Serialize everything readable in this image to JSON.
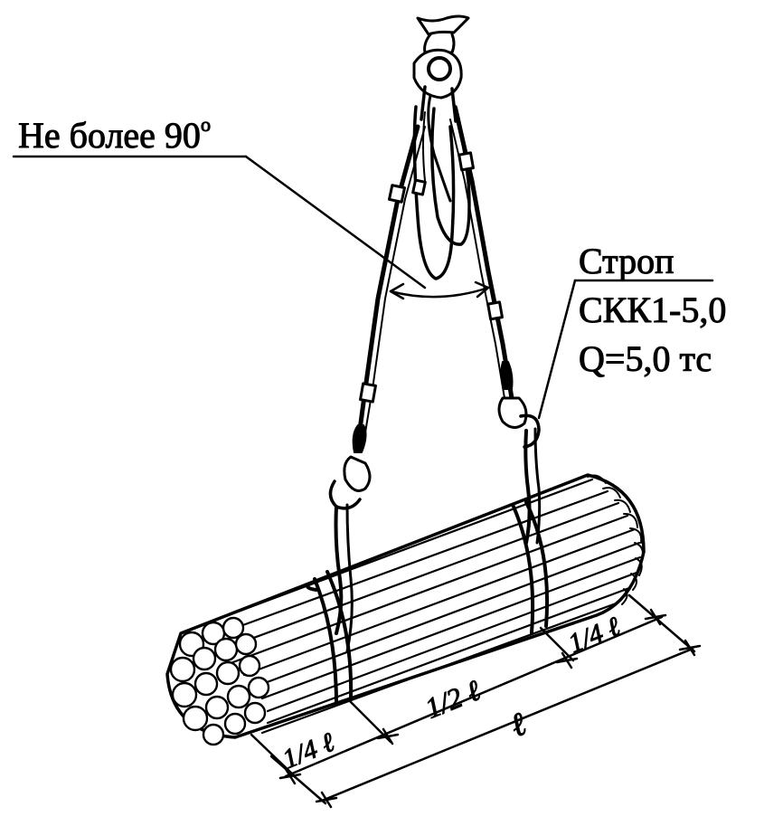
{
  "angle_label": {
    "text": "Не более 90",
    "degree_sign": "o"
  },
  "sling_label": {
    "title": "Строп",
    "model": "СКК1-5,0",
    "capacity": "Q=5,0 тс"
  },
  "dimensions": {
    "quarter_left": "1/4 ℓ",
    "half": "1/2 ℓ",
    "quarter_right": "1/4 ℓ",
    "total": "ℓ"
  },
  "colors": {
    "ink": "#000000",
    "background": "#ffffff"
  }
}
